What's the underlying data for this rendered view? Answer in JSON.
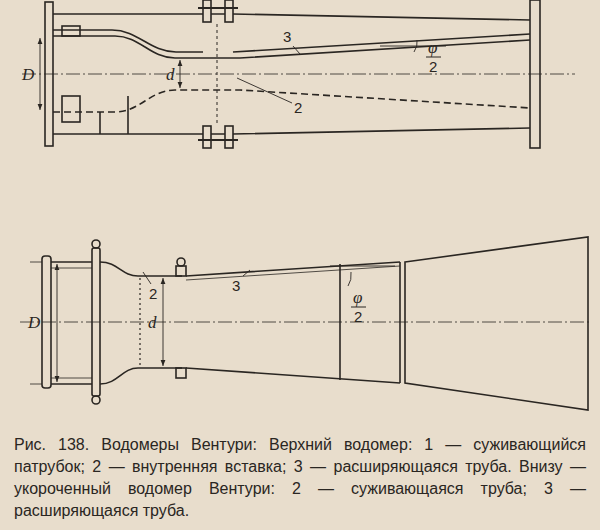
{
  "diagram": {
    "caption": "Рис. 138. Водомеры Вентури: Верхний водомер: 1 — суживающийся патрубок; 2 — внутренняя вставка; 3 — расширяющаяся труба. Внизу — укороченный водомер Вентури: 2 — суживающаяся труба; 3 — расширяющаяся труба.",
    "labels": [
      "3",
      "φ",
      "2",
      "D",
      "d",
      "2",
      "2",
      "3",
      "φ",
      "2",
      "D",
      "d"
    ]
  }
}
